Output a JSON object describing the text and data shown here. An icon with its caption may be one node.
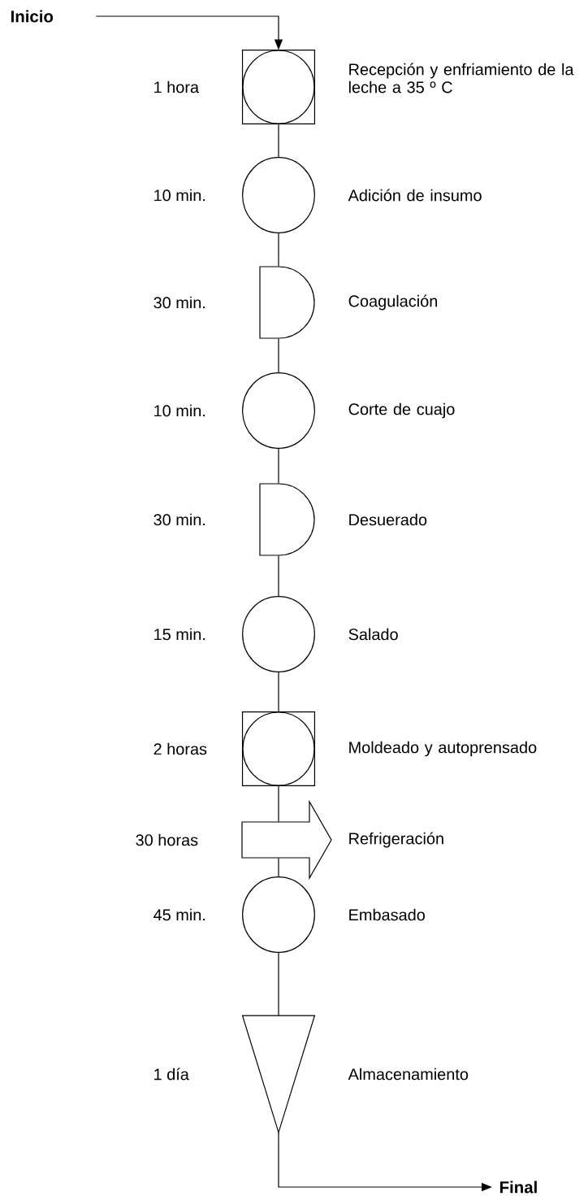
{
  "diagram": {
    "nodes": [
      {
        "text": [
          "Inicio"
        ]
      },
      {
        "text": [],
        "shape": "square",
        "beside": [
          "Recepción y enfriamiento de la leche a 35 º C"
        ]
      },
      {
        "text": [],
        "shape": "circle",
        "beside": [
          "Adición de insumo"
        ]
      },
      {
        "text": [],
        "shape": "delay",
        "beside": [
          "Coagulación"
        ]
      },
      {
        "text": [],
        "shape": "circle",
        "beside": [
          "Corte de cuajo"
        ]
      },
      {
        "text": [],
        "shape": "delay",
        "beside": [
          "Desuerado"
        ]
      },
      {
        "text": [],
        "shape": "circle",
        "beside": [
          "Salado"
        ]
      },
      {
        "text": [],
        "shape": "square",
        "beside": [
          "Moldeado y autoprensado"
        ]
      },
      {
        "text": [],
        "shape": "arrow",
        "beside": [
          "Refrigeración"
        ]
      },
      {
        "text": [],
        "shape": "circle",
        "beside": [
          "Embasado"
        ]
      },
      {
        "text": [],
        "shape": "triangle",
        "beside": [
          "Almacenamiento"
        ]
      },
      {
        "text": [
          "Final"
        ]
      }
    ],
    "edges": [
      {
        "from": 0,
        "to": 1,
        "arrow": "to"
      },
      {
        "from": 1,
        "to": 2,
        "arrow": "none"
      },
      {
        "from": 2,
        "to": 3,
        "arrow": "none"
      },
      {
        "from": 3,
        "to": 4,
        "arrow": "none"
      },
      {
        "from": 4,
        "to": 5,
        "arrow": "none"
      },
      {
        "from": 5,
        "to": 6,
        "arrow": "none"
      },
      {
        "from": 6,
        "to": 7,
        "arrow": "none"
      },
      {
        "from": 7,
        "to": 8,
        "arrow": "none"
      },
      {
        "from": 8,
        "to": 9,
        "arrow": "none"
      },
      {
        "from": 9,
        "to": 10,
        "arrow": "none"
      },
      {
        "from": 10,
        "to": 11,
        "arrow": "to"
      }
    ],
    "labels": [
      "1 hora",
      "10 min.",
      "30 min.",
      "10 min.",
      "30 min.",
      "15 min.",
      "2 horas",
      "30 horas",
      "45 min.",
      "1 día"
    ]
  }
}
